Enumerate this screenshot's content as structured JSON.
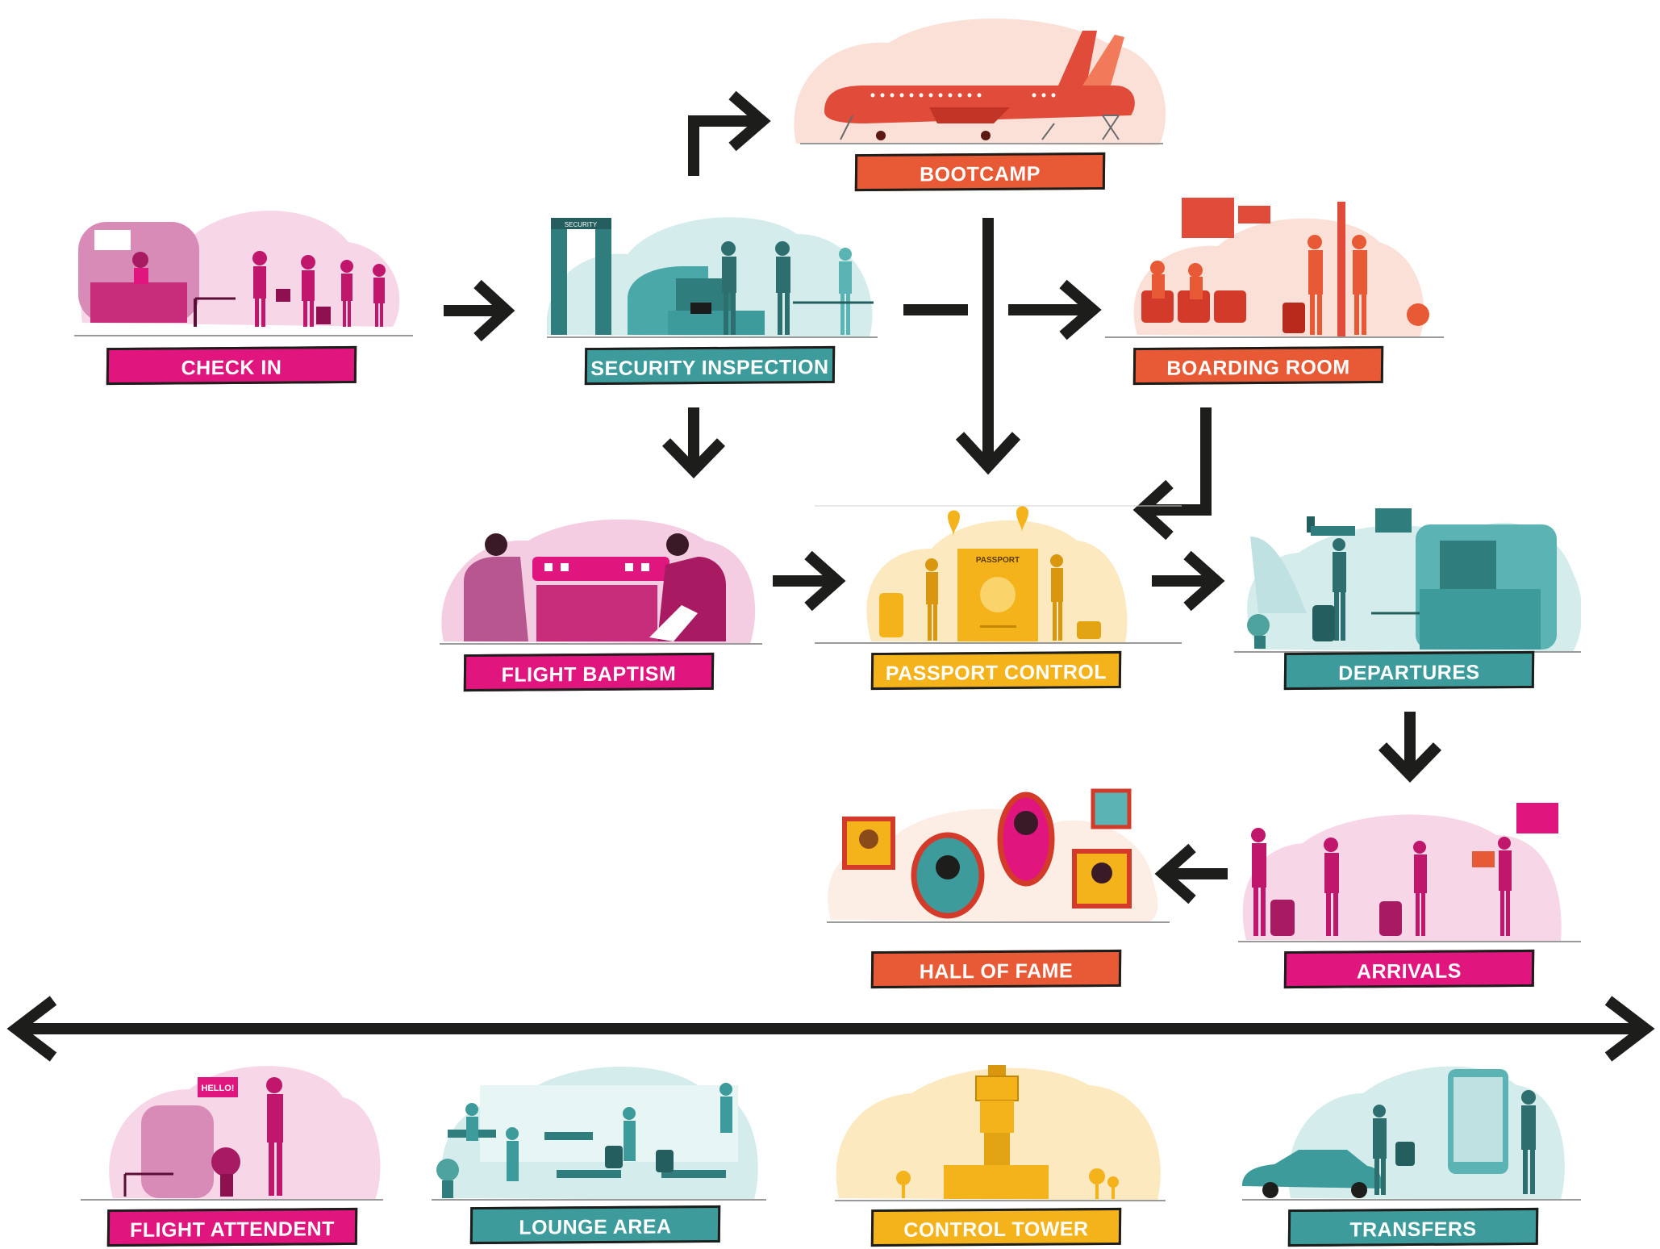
{
  "colors": {
    "pink": "#e0157e",
    "teal": "#3d9b9b",
    "orange_red": "#e85a35",
    "yellow": "#f4b21b",
    "arrow": "#1d1d1b"
  },
  "nodes": {
    "check_in": {
      "label": "CHECK IN",
      "color": "#e0157e"
    },
    "security_inspection": {
      "label": "SECURITY INSPECTION",
      "color": "#3d9b9b"
    },
    "bootcamp": {
      "label": "BOOTCAMP",
      "color": "#e85a35"
    },
    "boarding_room": {
      "label": "BOARDING ROOM",
      "color": "#e85a35"
    },
    "flight_baptism": {
      "label": "FLIGHT BAPTISM",
      "color": "#e0157e"
    },
    "passport_control": {
      "label": "PASSPORT CONTROL",
      "color": "#f4b21b"
    },
    "departures": {
      "label": "DEPARTURES",
      "color": "#3d9b9b"
    },
    "hall_of_fame": {
      "label": "HALL OF FAME",
      "color": "#e85a35"
    },
    "arrivals": {
      "label": "ARRIVALS",
      "color": "#e0157e"
    },
    "flight_attendent": {
      "label": "FLIGHT ATTENDENT",
      "color": "#e0157e"
    },
    "lounge_area": {
      "label": "LOUNGE AREA",
      "color": "#3d9b9b"
    },
    "control_tower": {
      "label": "CONTROL TOWER",
      "color": "#f4b21b"
    },
    "transfers": {
      "label": "TRANSFERS",
      "color": "#3d9b9b"
    }
  },
  "illustration_text": {
    "security_sign": "SECURITY",
    "passport": "PASSPORT",
    "hello_bubble": "HELLO!"
  }
}
